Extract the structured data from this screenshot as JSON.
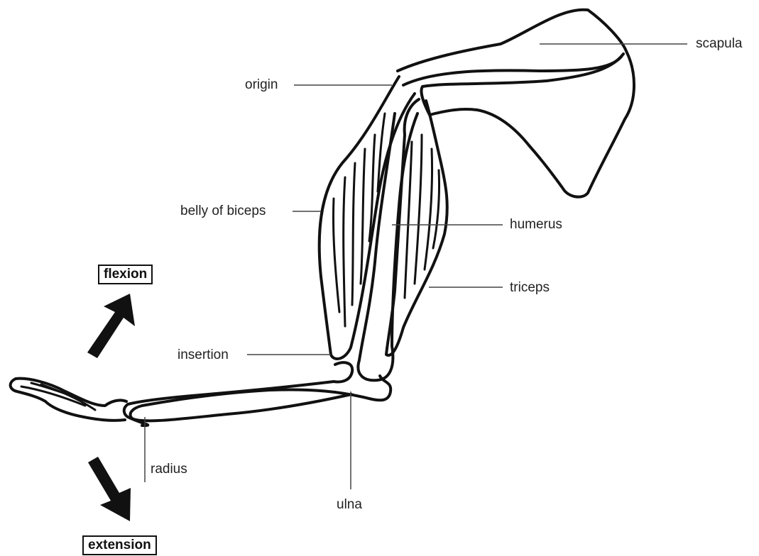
{
  "diagram": {
    "labels": {
      "origin": "origin",
      "scapula": "scapula",
      "belly_of_biceps": "belly of biceps",
      "humerus": "humerus",
      "triceps": "triceps",
      "insertion": "insertion",
      "radius": "radius",
      "ulna": "ulna"
    },
    "movements": {
      "flexion": "flexion",
      "extension": "extension"
    },
    "colors": {
      "ink": "#111111",
      "label_text": "#222222",
      "leader_line": "#444444",
      "background": "#ffffff"
    },
    "icons": [
      "flexion-arrow-icon",
      "extension-arrow-icon"
    ]
  }
}
